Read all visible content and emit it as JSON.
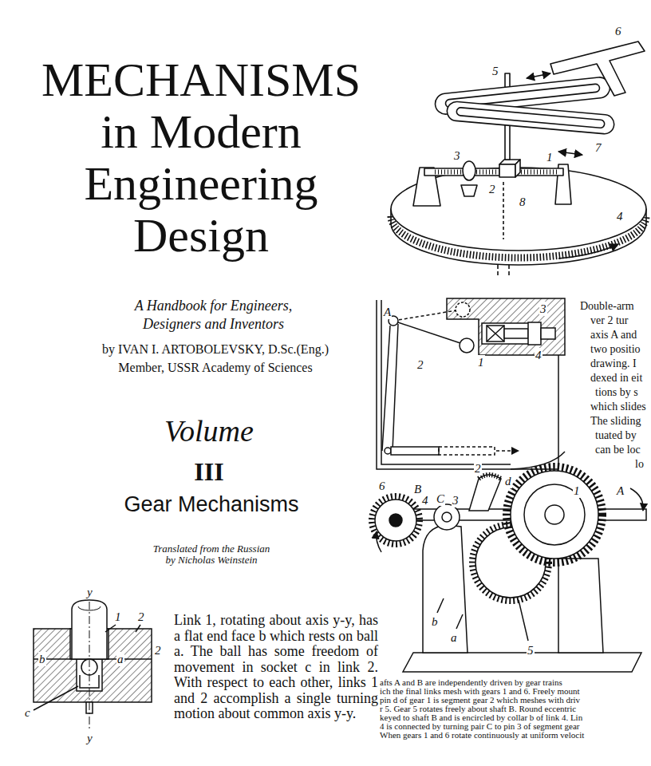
{
  "diagram": {
    "title": "MECHANISMS in Modern Engineering Design",
    "labels": [
      "A Handbook for Engineers, Designers and Inventors",
      "by IVAN I. ARTOBOLEVSKY, D.Sc.(Eng.)",
      "Member, USSR Academy of Sciences",
      "Volume",
      "III",
      "Gear Mechanisms",
      "Translated from the Russian by Nicholas Weinstein",
      "6",
      "5",
      "7",
      "3",
      "1",
      "2",
      "8",
      "4",
      "A",
      "2",
      "1",
      "3",
      "4",
      "Double-arm",
      "ver 2 tur",
      "axis A and",
      "two positio",
      "drawing. I",
      "dexed in eit",
      "tions by s",
      "which slides",
      "The sliding",
      "tuated by",
      "can be loc",
      "lo",
      "2",
      "d",
      "1",
      "A",
      "6",
      "B",
      "4",
      "C",
      "3",
      "b",
      "a",
      "5",
      "afts A and B are independently driven by gear trains",
      "ich the final links mesh with gears 1 and 6. Freely mount",
      "pin d of gear 1 is segment gear 2 which meshes with driv",
      "r 5. Gear 5 rotates freely about shaft B. Round eccentric",
      "keyed to shaft B and is encircled by collar b of link 4. Lin",
      "4 is connected by turning pair C to pin 3 of segment gear",
      "When gears 1 and 6 rotate continuously at uniform velocit",
      "y",
      "1",
      "2",
      "2",
      "b",
      "a",
      "c",
      "y",
      "Link 1, rotating about axis y-y, has a flat end face b which rests on ball a. The ball has some freedom of movement in socket c in link 2. With respect to each other, links 1 and 2 accomplish a single turning motion about common axis y-y."
    ]
  }
}
